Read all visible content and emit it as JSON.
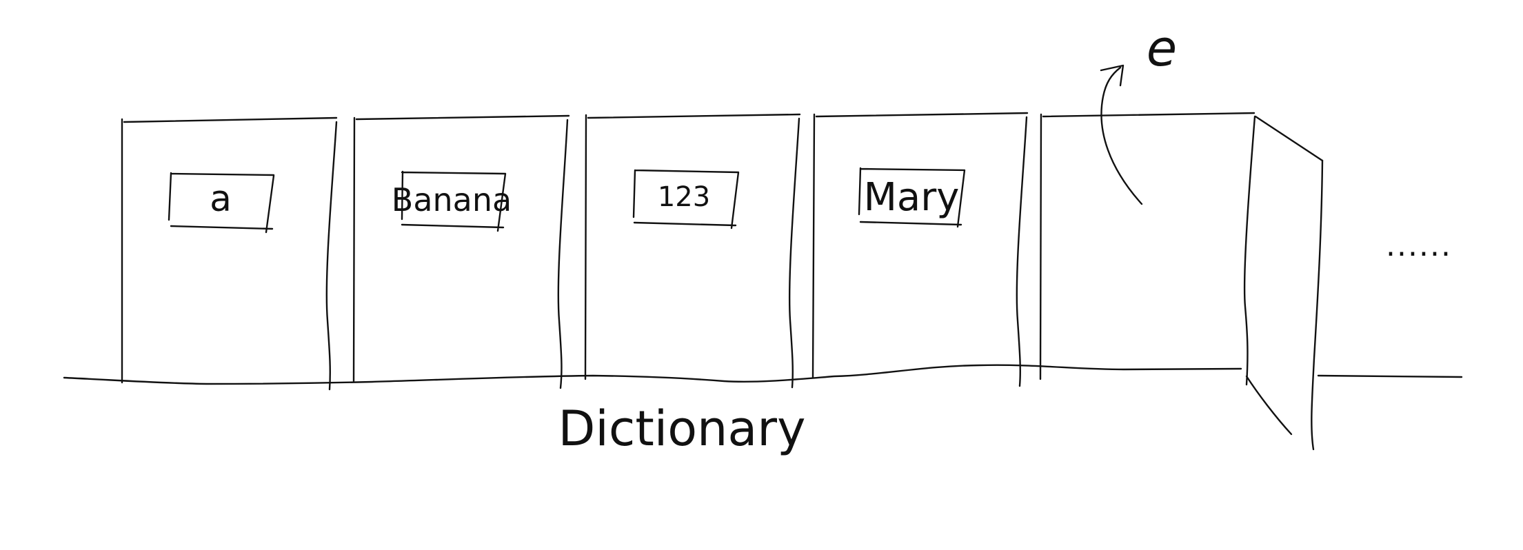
{
  "diagram": {
    "caption": "Dictionary",
    "boxes": [
      {
        "label": "a"
      },
      {
        "label": "Banana"
      },
      {
        "label": "123"
      },
      {
        "label": "Mary"
      },
      {
        "label": ""
      }
    ],
    "annotation_letter": "e",
    "continuation": "......"
  },
  "colors": {
    "ink": "#111111",
    "background": "#ffffff"
  }
}
